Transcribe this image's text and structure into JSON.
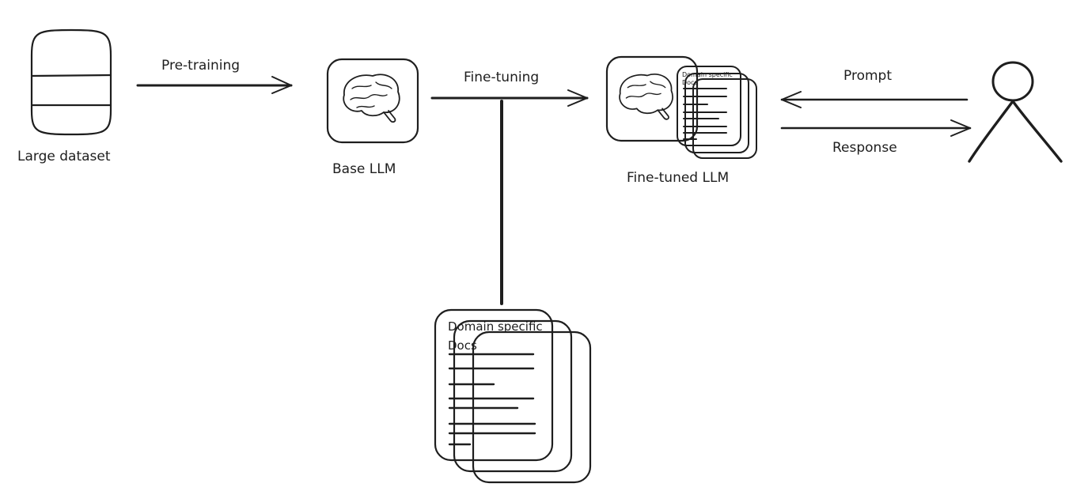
{
  "diagram": {
    "nodes": {
      "large_dataset": {
        "label": "Large dataset",
        "icon": "database-icon"
      },
      "base_llm": {
        "label": "Base LLM",
        "icon": "brain-icon"
      },
      "fine_tuned_llm": {
        "label": "Fine-tuned LLM",
        "icon": "brain-icon",
        "doc_title_line1": "Domain specific",
        "doc_title_line2": "Docs"
      },
      "domain_docs": {
        "title_line1": "Domain specific",
        "title_line2": "Docs",
        "icon": "documents-icon"
      },
      "user": {
        "icon": "user-icon"
      }
    },
    "edges": {
      "pretraining": {
        "label": "Pre-training"
      },
      "finetuning": {
        "label": "Fine-tuning"
      },
      "prompt": {
        "label": "Prompt"
      },
      "response": {
        "label": "Response"
      }
    }
  },
  "colors": {
    "stroke": "#1e1e1e",
    "box_fill": "#c9cdd3",
    "doc_fill": "#f7f8f9",
    "background": "#ffffff"
  }
}
